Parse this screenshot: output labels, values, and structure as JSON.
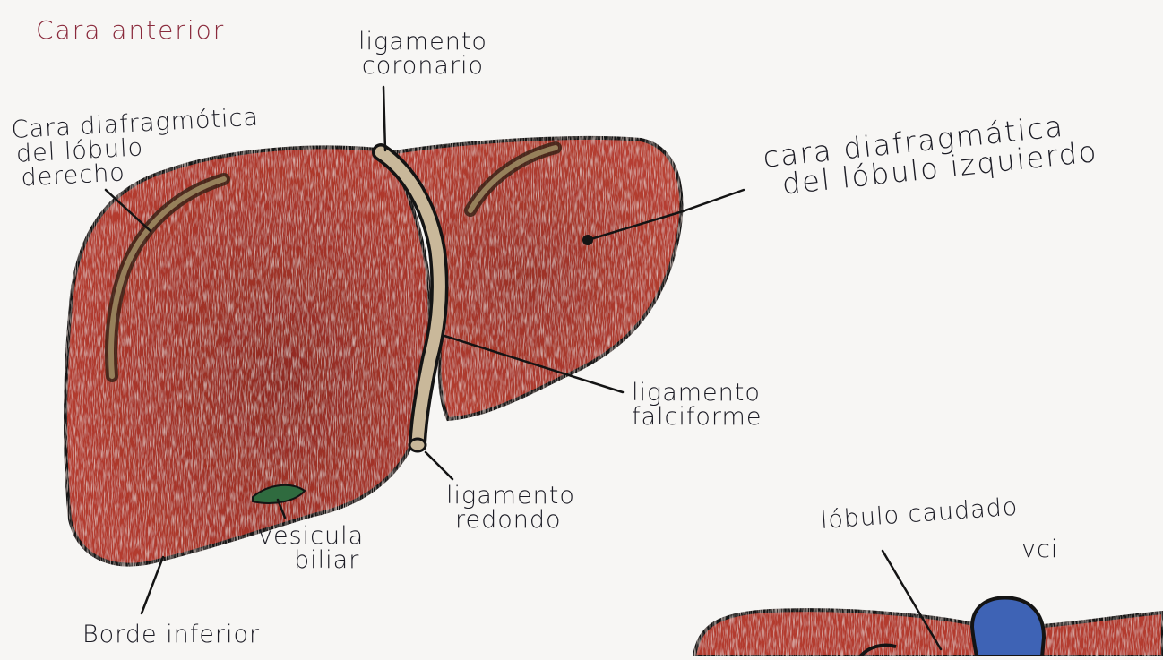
{
  "title": "Cara anterior",
  "labels": {
    "ligamento_coronario": [
      "ligamento",
      "coronario"
    ],
    "cara_diafragmatica_derecho": [
      "Cara diafragmótica",
      "del lóbulo",
      "derecho"
    ],
    "cara_diafragmatica_izquierdo": [
      "cara diafragmática",
      "del lóbulo izquierdo"
    ],
    "ligamento_falciforme": [
      "ligamento",
      "falciforme"
    ],
    "ligamento_redondo": [
      "ligamento",
      "redondo"
    ],
    "vesicula_biliar": [
      "vesicula",
      "biliar"
    ],
    "borde_inferior": "Borde inferior",
    "lobulo_caudado": "lóbulo caudado",
    "vci": "vci"
  },
  "colors": {
    "liver": "#b33b2e",
    "liver_dark": "#8f2a22",
    "ligament": "#c9b89a",
    "gallbladder": "#2f6b3f",
    "vci": "#3e63b5",
    "outline": "#141414",
    "title": "#8a2a3c"
  }
}
